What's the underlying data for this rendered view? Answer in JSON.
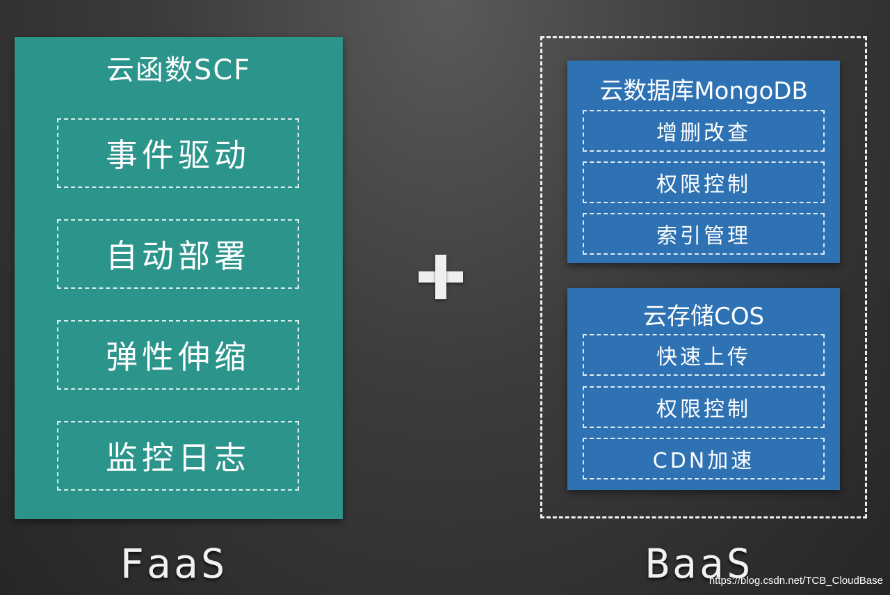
{
  "faas": {
    "title": "云函数SCF",
    "items": [
      "事件驱动",
      "自动部署",
      "弹性伸缩",
      "监控日志"
    ],
    "label": "FaaS"
  },
  "operator": "+",
  "baas": {
    "database": {
      "title": "云数据库MongoDB",
      "items": [
        "增删改查",
        "权限控制",
        "索引管理"
      ]
    },
    "storage": {
      "title": "云存储COS",
      "items": [
        "快速上传",
        "权限控制",
        "CDN加速"
      ]
    },
    "label": "BaaS"
  },
  "watermark": "https://blog.csdn.net/TCB_CloudBase",
  "colors": {
    "faas_card": "#2b948b",
    "baas_card": "#2f72b4",
    "background": "#3c3c3c"
  }
}
